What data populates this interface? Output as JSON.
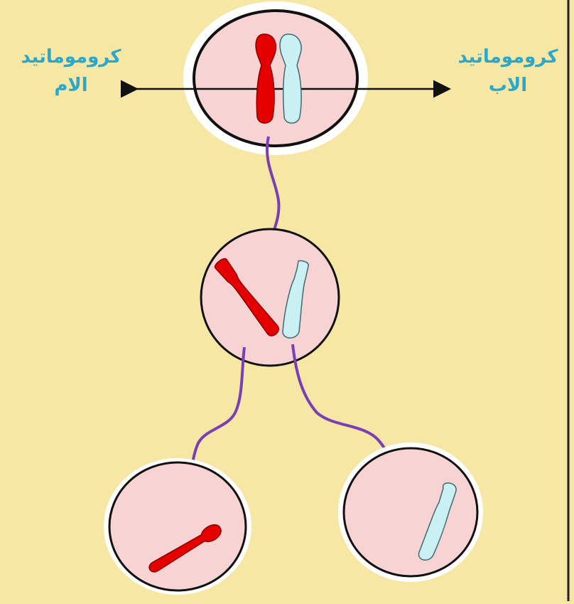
{
  "labels": {
    "mother_line1": "كروموماتيد",
    "mother_line2": "الام",
    "father_line1": "كروموماتيد",
    "father_line2": "الاب"
  },
  "colors": {
    "background": "#f7e7a5",
    "cell_fill": "#f8d3d3",
    "cell_stroke": "#111111",
    "maternal_chromatid": "#e50000",
    "paternal_chromatid": "#c9f0f2",
    "arrow": "#7a3fb5",
    "label": "#2aa7c9"
  }
}
